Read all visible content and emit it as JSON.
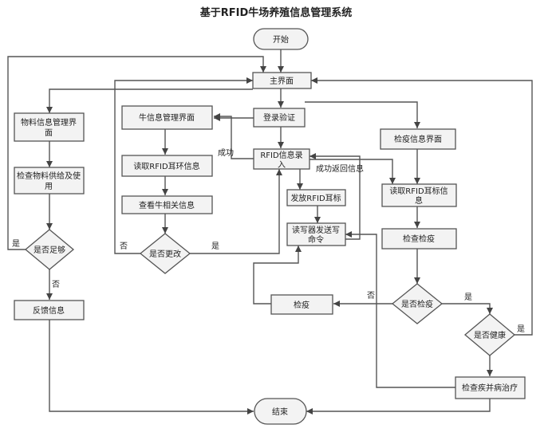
{
  "title": "基于RFID牛场养殖信息管理系统",
  "nodes": {
    "start": "开始",
    "main": "主界面",
    "login": "登录验证",
    "material_ui_l1": "物料信息管理界",
    "material_ui_l2": "面",
    "check_supply_l1": "检查物料供给及使",
    "check_supply_l2": "用",
    "enough": "是否足够",
    "feedback": "反馈信息",
    "cattle_ui": "牛信息管理界面",
    "read_tag_mid": "读取RFID耳环信息",
    "view_cattle": "查看牛相关信息",
    "changed": "是否更改",
    "rfid_entry_l1": "RFID信息录",
    "rfid_entry_l2": "入",
    "issue_tag": "发放RFID耳标",
    "reader_l1": "读写器发送写",
    "reader_l2": "命令",
    "quarantine_exec": "检疫",
    "quarantine_ui": "检疫信息界面",
    "read_tag_right_l1": "读取RFID耳标信",
    "read_tag_right_l2": "息",
    "quarantine_check": "检查检疫",
    "quarantined": "是否检疫",
    "healthy": "是否健康",
    "treat": "检查疾并病治疗",
    "end": "结束"
  },
  "edge_labels": {
    "yes_enough": "是",
    "no_enough": "否",
    "success": "成功",
    "success_return": "成功返回信息",
    "no_changed": "否",
    "yes_changed": "是",
    "no_quarantined": "否",
    "yes_quarantined": "是",
    "yes_healthy": "是"
  },
  "colors": {
    "fill": "#f3f3f3",
    "stroke": "#555555",
    "text": "#222222"
  }
}
